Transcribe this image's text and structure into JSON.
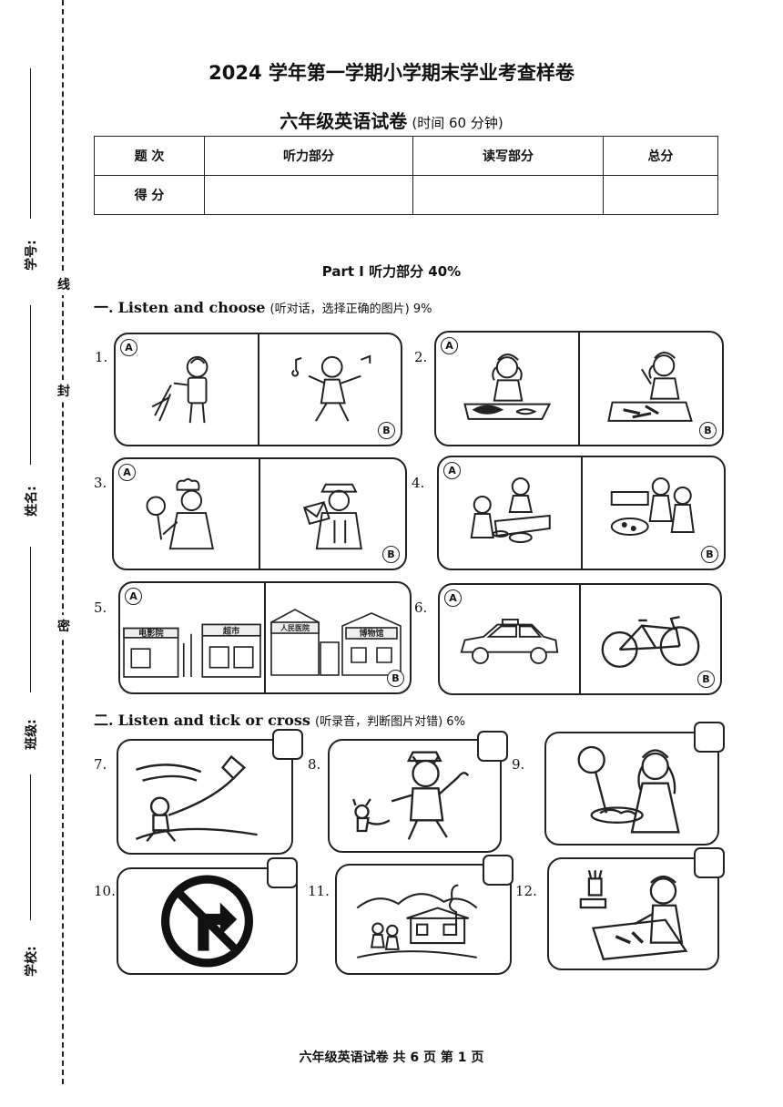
{
  "margin": {
    "student_id_label": "学号:",
    "name_label": "姓名:",
    "class_label": "班级:",
    "school_label": "学校:",
    "seal_chars": [
      "线",
      "封",
      "密"
    ]
  },
  "header": {
    "title": "2024 学年第一学期小学期末学业考查样卷",
    "subtitle": "六年级英语试卷",
    "time_note": "(时间 60 分钟)"
  },
  "score_table": {
    "row_label": "题 次",
    "score_label": "得 分",
    "columns": [
      "听力部分",
      "读写部分",
      "总分"
    ]
  },
  "part1": {
    "title": "Part Ⅰ 听力部分 40%"
  },
  "section1": {
    "number": "一.",
    "title": "Listen and choose",
    "instruction": "(听对话，选择正确的图片) 9%",
    "badge_a": "A",
    "badge_b": "B",
    "questions": [
      {
        "num": "1.",
        "a_icon": "boy-throwing-icon",
        "b_icon": "boy-dancing-icon"
      },
      {
        "num": "2.",
        "a_icon": "girl-cooking-fish-icon",
        "b_icon": "girl-painting-icon"
      },
      {
        "num": "3.",
        "a_icon": "chef-icon",
        "b_icon": "postman-icon"
      },
      {
        "num": "4.",
        "a_icon": "girls-baking-icon",
        "b_icon": "girls-with-pizza-icon"
      },
      {
        "num": "5.",
        "a_icon": "cinema-supermarket-icon",
        "b_icon": "hospital-museum-icon",
        "a_signs": [
          "电影院",
          "超市"
        ],
        "b_signs": [
          "人民医院",
          "博物馆"
        ]
      },
      {
        "num": "6.",
        "a_icon": "taxi-icon",
        "b_icon": "bicycle-icon"
      }
    ]
  },
  "section2": {
    "number": "二.",
    "title": "Listen and tick or cross",
    "instruction": "(听录音，判断图片对错) 6%",
    "questions": [
      {
        "num": "7.",
        "icon": "boy-flying-kite-icon"
      },
      {
        "num": "8.",
        "icon": "cat-chasing-mouse-icon"
      },
      {
        "num": "9.",
        "icon": "girl-cooking-icon"
      },
      {
        "num": "10.",
        "icon": "no-right-turn-icon"
      },
      {
        "num": "11.",
        "icon": "countryside-house-icon"
      },
      {
        "num": "12.",
        "icon": "boy-drawing-icon"
      }
    ]
  },
  "footer": {
    "text": "六年级英语试卷 共 6 页 第 1 页"
  }
}
